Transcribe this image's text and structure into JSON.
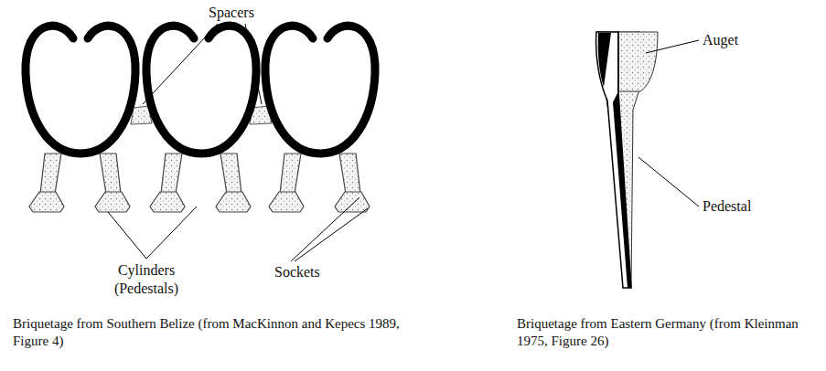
{
  "diagram": {
    "labels": [
      "Spacers",
      "Cylinders (Pedestals)",
      "Sockets",
      "Auget",
      "Pedestal",
      "Briquetage from Southern Belize (from MacKinnon and Kepecs 1989, Figure 4)",
      "Briquetage from Eastern Germany (from Kleinman 1975, Figure 26)"
    ]
  }
}
